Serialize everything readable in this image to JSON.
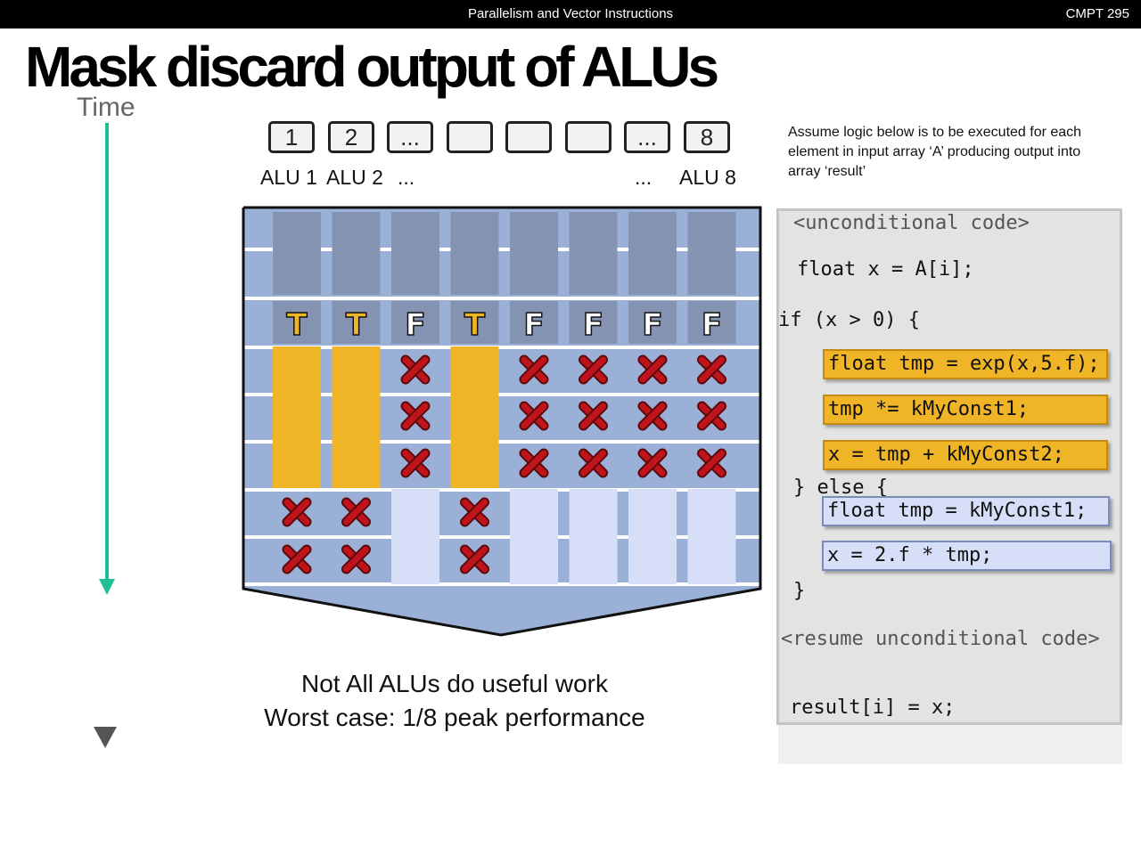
{
  "header": {
    "course_topic": "Parallelism and Vector Instructions",
    "course_code": "CMPT 295"
  },
  "slide": {
    "title": "Mask discard output of ALUs",
    "time_label": "Time"
  },
  "alus": {
    "boxes": [
      "1",
      "2",
      "...",
      "",
      "",
      "",
      "...",
      "8"
    ],
    "labels": [
      "ALU 1",
      "ALU 2",
      "...",
      "...",
      "ALU 8"
    ]
  },
  "mask": {
    "values": [
      "T",
      "T",
      "F",
      "T",
      "F",
      "F",
      "F",
      "F"
    ]
  },
  "colors": {
    "true_lane": "#f0b427",
    "else_lane": "#d6dff7",
    "grid_bg": "#9bb0d6",
    "arrow": "#1fbf95",
    "discard": "#c0141c"
  },
  "assumption": "Assume logic below is to be executed for each element in input array ‘A’ producing output into array ‘result’",
  "code": {
    "unconditional": "<unconditional code>",
    "line_float_x": "float x = A[i];",
    "line_if": "if (x > 0) {",
    "true_lines": [
      "float tmp = exp(x,5.f);",
      "tmp *= kMyConst1;",
      "x = tmp + kMyConst2;"
    ],
    "line_else": "} else {",
    "else_lines": [
      "float tmp = kMyConst1;",
      "x = 2.f * tmp;"
    ],
    "line_close": "}",
    "resume": "<resume unconditional code>",
    "line_result": "result[i] = x;"
  },
  "caption": {
    "line1": "Not All ALUs do useful work",
    "line2": "Worst case: 1/8 peak performance"
  }
}
